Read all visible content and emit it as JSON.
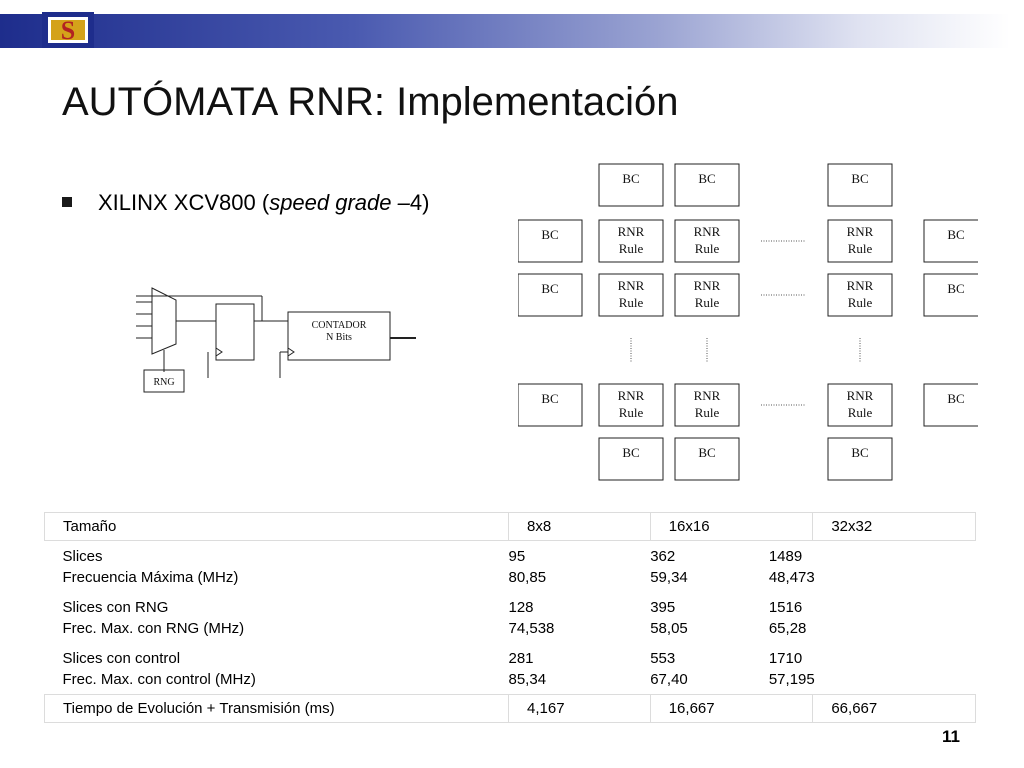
{
  "slide": {
    "title": "AUTÓMATA RNR: Implementación",
    "logo_letter": "S",
    "page_number": "11"
  },
  "bullet": {
    "text_prefix": "XILINX XCV800 (",
    "text_italic": "speed grade –",
    "text_suffix": "4)"
  },
  "circuit": {
    "rng_label": "RNG",
    "counter_line1": "CONTADOR",
    "counter_line2": "N Bits"
  },
  "grid_labels": {
    "bc": "BC",
    "rule_line1": "RNR",
    "rule_line2": "Rule"
  },
  "table": {
    "headers": [
      "Tamaño",
      "8x8",
      "16x16",
      "32x32"
    ],
    "groups": [
      {
        "labels": [
          "Slices",
          "Frecuencia Máxima (MHz)"
        ],
        "c8": [
          "95",
          "80,85"
        ],
        "c16": [
          "362",
          "59,34"
        ],
        "c32": [
          "1489",
          "48,473"
        ]
      },
      {
        "labels": [
          "Slices con RNG",
          "Frec. Max. con RNG (MHz)"
        ],
        "c8": [
          "128",
          "74,538"
        ],
        "c16": [
          "395",
          "58,05"
        ],
        "c32": [
          "1516",
          "65,28"
        ]
      },
      {
        "labels": [
          "Slices con control",
          "Frec. Max. con control (MHz)"
        ],
        "c8": [
          "281",
          "85,34"
        ],
        "c16": [
          "553",
          "67,40"
        ],
        "c32": [
          "1710",
          "57,195"
        ]
      }
    ],
    "footer": [
      "Tiempo de Evolución + Transmisión (ms)",
      "4,167",
      "16,667",
      "66,667"
    ]
  },
  "colors": {
    "band_dark": "#1e2d8c",
    "logo_red": "#b22222",
    "logo_gold": "#d4a21a"
  }
}
